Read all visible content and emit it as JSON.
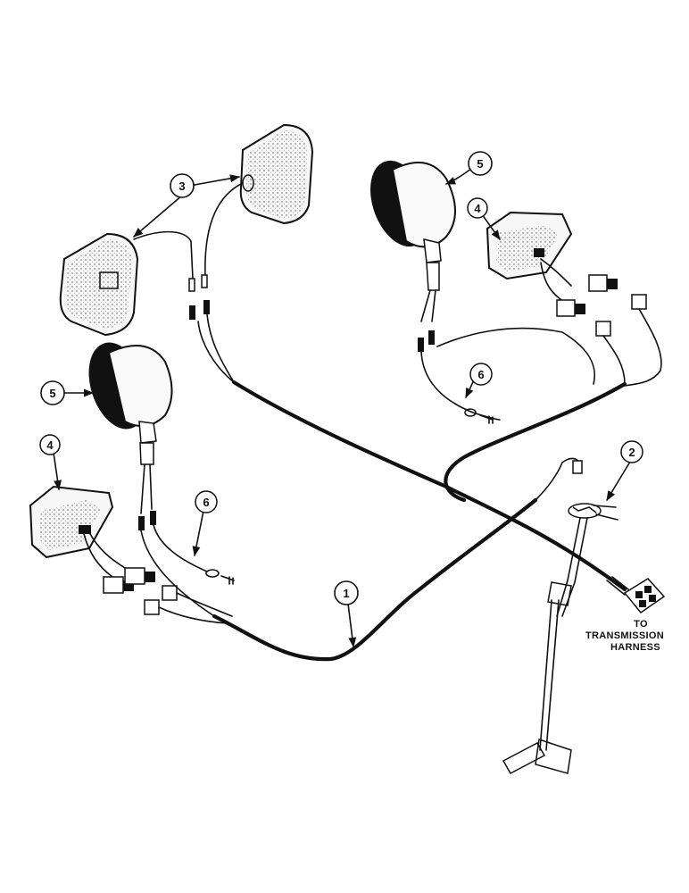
{
  "callouts": {
    "c1": "1",
    "c2": "2",
    "c3": "3",
    "c4a": "4",
    "c4b": "4",
    "c5a": "5",
    "c5b": "5",
    "c6a": "6",
    "c6b": "6"
  },
  "note": {
    "line1": "TO",
    "line2": "TRANSMISSION",
    "line3": "HARNESS"
  }
}
